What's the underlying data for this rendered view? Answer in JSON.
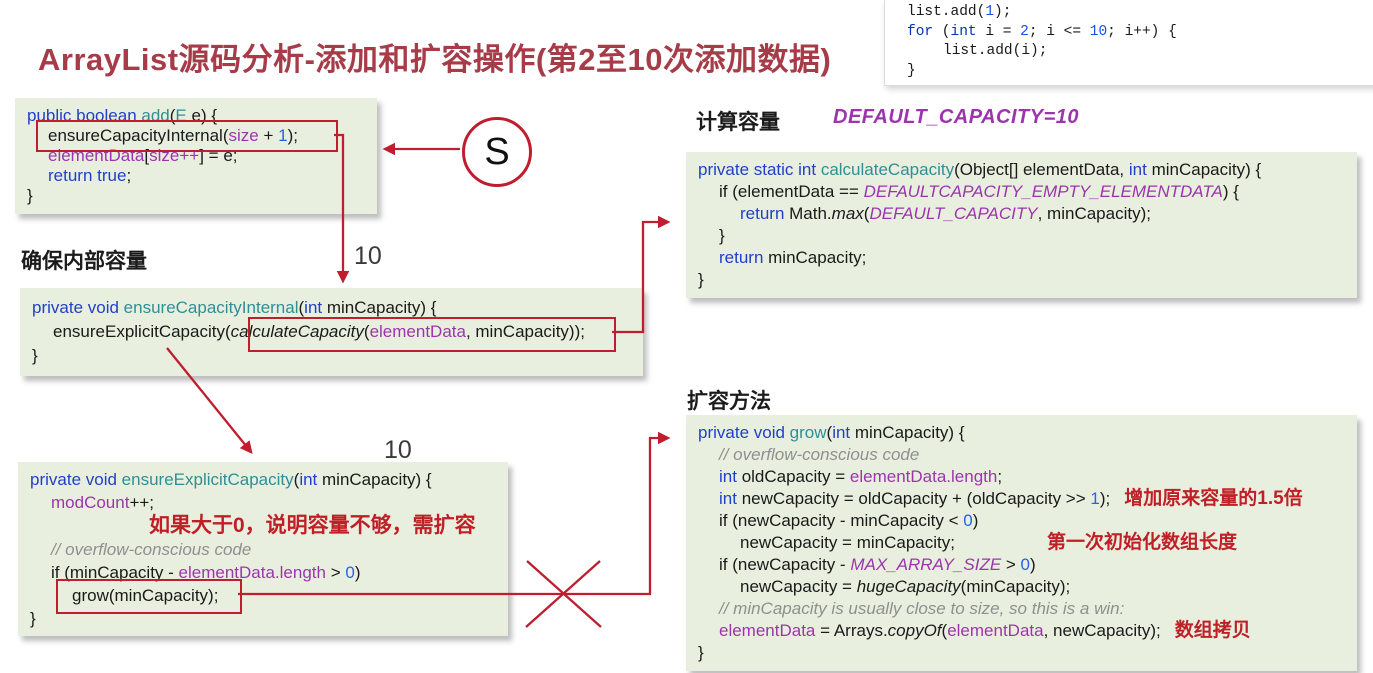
{
  "title": "ArrayList源码分析-添加和扩容操作(第2至10次添加数据)",
  "headings": {
    "ensure_internal_capacity": "确保内部容量",
    "calculate_capacity": "计算容量",
    "default_capacity_note": "DEFAULT_CAPACITY=10",
    "grow_method": "扩容方法"
  },
  "markers": {
    "step": "S",
    "value_top": "10",
    "value_bottom": "10"
  },
  "colors": {
    "accent_red": "#bf1e2e",
    "annotation_red": "#bf2027",
    "title_red": "#a73c49",
    "block_bg": "#e9efde",
    "keyword_blue": "#2140c8",
    "method_teal": "#2e8f96",
    "identifier_purple": "#9c35ad",
    "number_blue": "#2563eb",
    "comment_gray": "#8f8f8f"
  },
  "ide_snippet": {
    "lines": [
      [
        0,
        [
          "t",
          "list.add("
        ],
        [
          "in",
          "1"
        ],
        [
          "t",
          ");"
        ]
      ],
      [
        0,
        [
          "ik",
          "for"
        ],
        [
          "t",
          " ("
        ],
        [
          "ik",
          "int"
        ],
        [
          "t",
          " i = "
        ],
        [
          "in",
          "2"
        ],
        [
          "t",
          "; i <= "
        ],
        [
          "in",
          "10"
        ],
        [
          "t",
          "; i++) {"
        ]
      ],
      [
        1,
        [
          "t",
          "list.add(i);"
        ]
      ],
      [
        0,
        [
          "t",
          "}"
        ]
      ]
    ]
  },
  "blocks": {
    "add": {
      "lines": [
        [
          0,
          [
            "k",
            "public boolean "
          ],
          [
            "m",
            "add"
          ],
          [
            "t",
            "("
          ],
          [
            "m",
            "E"
          ],
          [
            "t",
            " e) {"
          ]
        ],
        [
          1,
          [
            "t",
            "ensureCapacityInternal("
          ],
          [
            "p",
            "size"
          ],
          [
            "t",
            " + "
          ],
          [
            "n",
            "1"
          ],
          [
            "t",
            ");"
          ]
        ],
        [
          1,
          [
            "p",
            "elementData"
          ],
          [
            "t",
            "["
          ],
          [
            "p",
            "size++"
          ],
          [
            "t",
            "] = e;"
          ]
        ],
        [
          1,
          [
            "k",
            "return true"
          ],
          [
            "t",
            ";"
          ]
        ],
        [
          0,
          [
            "t",
            "}"
          ]
        ]
      ]
    },
    "ensure_capacity_internal": {
      "lines": [
        [
          0,
          [
            "k",
            "private void "
          ],
          [
            "m",
            "ensureCapacityInternal"
          ],
          [
            "t",
            "("
          ],
          [
            "k",
            "int"
          ],
          [
            "t",
            " minCapacity) {"
          ]
        ],
        [
          1,
          [
            "t",
            "ensureExplicitCapacity("
          ],
          [
            "mi",
            "calculateCapacity"
          ],
          [
            "t",
            "("
          ],
          [
            "p",
            "elementData"
          ],
          [
            "t",
            ", minCapacity));"
          ]
        ],
        [
          0,
          [
            "t",
            "}"
          ]
        ]
      ]
    },
    "ensure_explicit_capacity": {
      "lines": [
        [
          0,
          [
            "k",
            "private void "
          ],
          [
            "m",
            "ensureExplicitCapacity"
          ],
          [
            "t",
            "("
          ],
          [
            "k",
            "int"
          ],
          [
            "t",
            " minCapacity) {"
          ]
        ],
        [
          1,
          [
            "p",
            "modCount"
          ],
          [
            "t",
            "++;"
          ]
        ],
        [
          5,
          [
            "ann bigann",
            "如果大于0，说明容量不够，需扩容"
          ]
        ],
        [
          1,
          [
            "c",
            "// overflow-conscious code"
          ]
        ],
        [
          1,
          [
            "t",
            "if (minCapacity - "
          ],
          [
            "p",
            "elementData.length"
          ],
          [
            "t",
            " > "
          ],
          [
            "n",
            "0"
          ],
          [
            "t",
            ")"
          ]
        ],
        [
          2,
          [
            "t",
            "grow(minCapacity);"
          ]
        ],
        [
          0,
          [
            "t",
            "}"
          ]
        ]
      ]
    },
    "calculate_capacity": {
      "lines": [
        [
          0,
          [
            "k",
            "private static int "
          ],
          [
            "m",
            "calculateCapacity"
          ],
          [
            "t",
            "(Object[] elementData, "
          ],
          [
            "k",
            "int"
          ],
          [
            "t",
            " minCapacity) {"
          ]
        ],
        [
          1,
          [
            "t",
            "if (elementData == "
          ],
          [
            "pi",
            "DEFAULTCAPACITY_EMPTY_ELEMENTDATA"
          ],
          [
            "t",
            ") {"
          ]
        ],
        [
          2,
          [
            "k",
            "return "
          ],
          [
            "t",
            "Math."
          ],
          [
            "mi",
            "max"
          ],
          [
            "t",
            "("
          ],
          [
            "pi",
            "DEFAULT_CAPACITY"
          ],
          [
            "t",
            ", minCapacity);"
          ]
        ],
        [
          1,
          [
            "t",
            "}"
          ]
        ],
        [
          1,
          [
            "k",
            "return "
          ],
          [
            "t",
            "minCapacity;"
          ]
        ],
        [
          0,
          [
            "t",
            "}"
          ]
        ]
      ]
    },
    "grow": {
      "lines": [
        [
          0,
          [
            "k",
            "private void "
          ],
          [
            "m",
            "grow"
          ],
          [
            "t",
            "("
          ],
          [
            "k",
            "int"
          ],
          [
            "t",
            " minCapacity) {"
          ]
        ],
        [
          1,
          [
            "c",
            "// overflow-conscious code"
          ]
        ],
        [
          1,
          [
            "k",
            "int "
          ],
          [
            "t",
            "oldCapacity = "
          ],
          [
            "p",
            "elementData.length"
          ],
          [
            "t",
            ";"
          ]
        ],
        [
          1,
          [
            "k",
            "int "
          ],
          [
            "t",
            "newCapacity = oldCapacity + (oldCapacity >> "
          ],
          [
            "n",
            "1"
          ],
          [
            "t",
            ");"
          ],
          [
            "ann",
            "增加原来容量的1.5倍"
          ]
        ],
        [
          1,
          [
            "t",
            "if (newCapacity - minCapacity < "
          ],
          [
            "n",
            "0"
          ],
          [
            "t",
            ")"
          ]
        ],
        [
          2,
          [
            "t",
            "newCapacity = minCapacity;"
          ],
          [
            "ann2",
            "第一次初始化数组长度"
          ]
        ],
        [
          1,
          [
            "t",
            "if (newCapacity - "
          ],
          [
            "pi",
            "MAX_ARRAY_SIZE"
          ],
          [
            "t",
            " > "
          ],
          [
            "n",
            "0"
          ],
          [
            "t",
            ")"
          ]
        ],
        [
          2,
          [
            "t",
            "newCapacity = "
          ],
          [
            "mi",
            "hugeCapacity"
          ],
          [
            "t",
            "(minCapacity);"
          ]
        ],
        [
          1,
          [
            "c",
            "// minCapacity is usually close to size, so this is a win:"
          ]
        ],
        [
          1,
          [
            "p",
            "elementData"
          ],
          [
            "t",
            " = Arrays."
          ],
          [
            "mi",
            "copyOf"
          ],
          [
            "t",
            "("
          ],
          [
            "p",
            "elementData"
          ],
          [
            "t",
            ", newCapacity);"
          ],
          [
            "ann",
            "数组拷贝"
          ]
        ],
        [
          0,
          [
            "t",
            "}"
          ]
        ]
      ]
    }
  }
}
